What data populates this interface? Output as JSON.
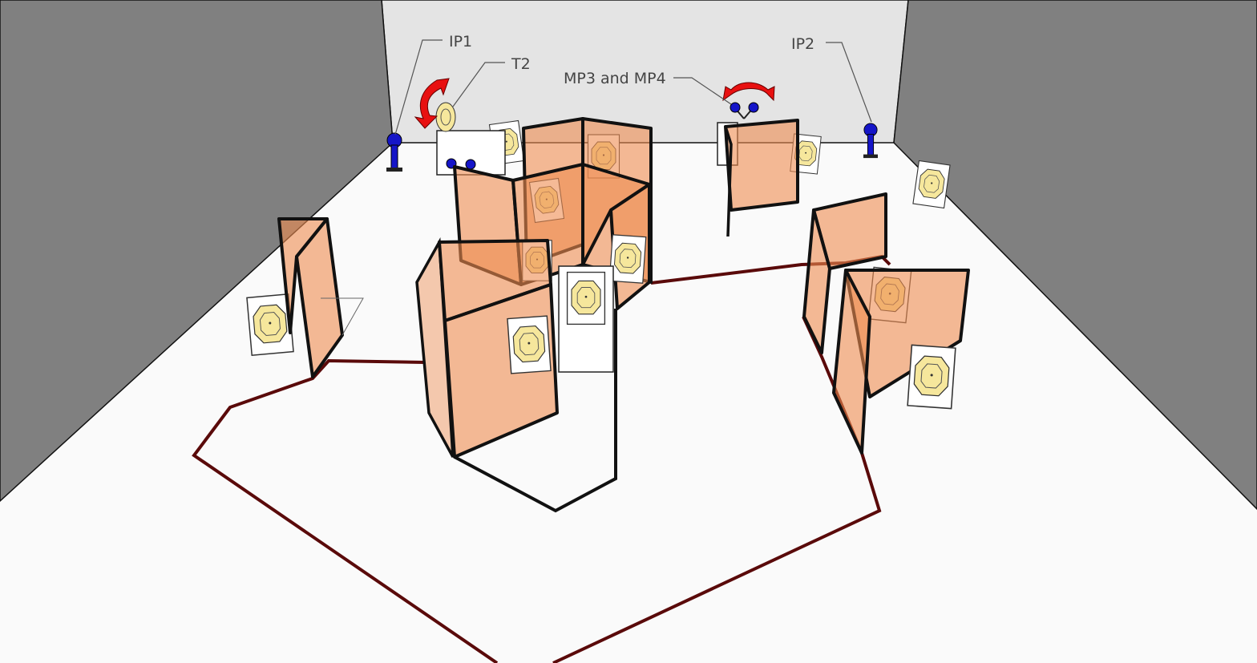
{
  "labels": {
    "ip1": "IP1",
    "t2": "T2",
    "mp3_mp4": "MP3 and MP4",
    "ip2": "IP2"
  },
  "colors": {
    "back_wall": "#e4e4e4",
    "side_wall": "#808080",
    "floor": "#fafafa",
    "panel": "#ee8c50",
    "fault_line": "#5a0a0a",
    "popper": "#1010c8",
    "arrow": "#e81010",
    "target_face": "#f5e6a0"
  }
}
